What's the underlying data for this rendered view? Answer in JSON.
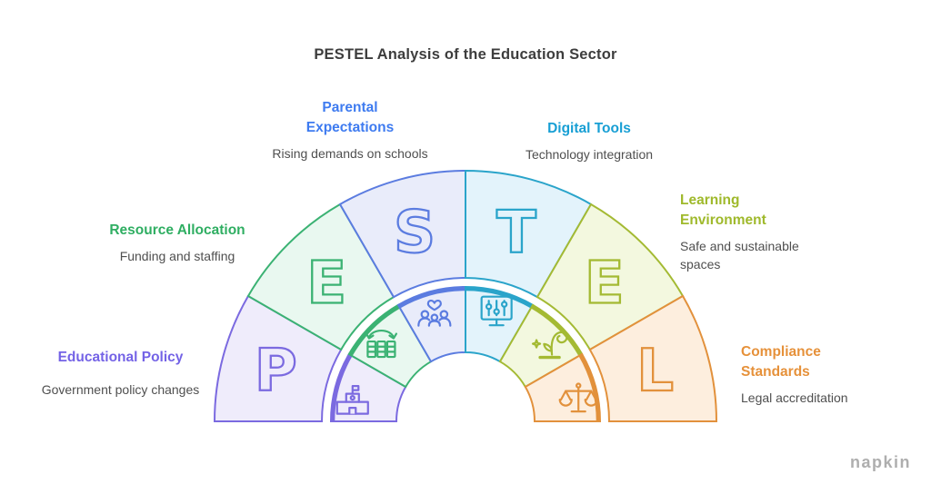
{
  "title": "PESTEL Analysis of the Education Sector",
  "watermark": "napkin",
  "labels": {
    "educational_policy": {
      "title": "Educational Policy",
      "subtitle": "Government policy changes",
      "color": "#7463e6"
    },
    "resource_allocation": {
      "title": "Resource Allocation",
      "subtitle": "Funding and staffing",
      "color": "#2fae62"
    },
    "parental_expectations": {
      "title": "Parental Expectations",
      "subtitle": "Rising demands on schools",
      "color": "#3e7bf0"
    },
    "digital_tools": {
      "title": "Digital Tools",
      "subtitle": "Technology integration",
      "color": "#189fd4"
    },
    "learning_environment": {
      "title": "Learning Environment",
      "subtitle": "Safe and sustainable spaces",
      "color": "#9fb92b"
    },
    "compliance_standards": {
      "title": "Compliance Standards",
      "subtitle": "Legal accreditation",
      "color": "#e6913a"
    }
  },
  "wheel": {
    "segments": [
      {
        "letter": "P",
        "icon": "school-icon",
        "color": "#7b6ae0",
        "fill": "#efecfb"
      },
      {
        "letter": "E",
        "icon": "resource-cycle-icon",
        "color": "#3bb273",
        "fill": "#e9f8f0"
      },
      {
        "letter": "S",
        "icon": "family-heart-icon",
        "color": "#5b7ce0",
        "fill": "#e9ecfa"
      },
      {
        "letter": "T",
        "icon": "monitor-sliders-icon",
        "color": "#2aa4ca",
        "fill": "#e3f3fb"
      },
      {
        "letter": "E",
        "icon": "eco-plant-icon",
        "color": "#a4ba33",
        "fill": "#f3f8df"
      },
      {
        "letter": "L",
        "icon": "scales-icon",
        "color": "#e2913c",
        "fill": "#fdeede"
      }
    ]
  }
}
